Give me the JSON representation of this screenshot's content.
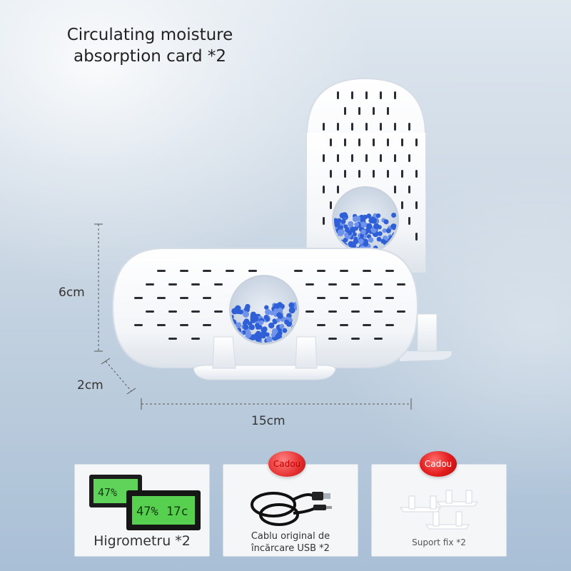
{
  "title": {
    "line1": "Circulating moisture",
    "line2": "absorption card *2"
  },
  "dimensions": {
    "height": "6cm",
    "depth": "2cm",
    "width": "15cm"
  },
  "cards": [
    {
      "label": "Higrometru *2",
      "display_values": [
        "47%",
        "17c"
      ]
    },
    {
      "badge": "Cadou",
      "label_line1": "Cablu original de",
      "label_line2": "încărcare USB *2"
    },
    {
      "badge": "Cadou",
      "label": "Suport fix *2"
    }
  ],
  "colors": {
    "badge": "#e21b1b",
    "beads": "#2f5fd6",
    "lcd": "#4fd14a"
  }
}
